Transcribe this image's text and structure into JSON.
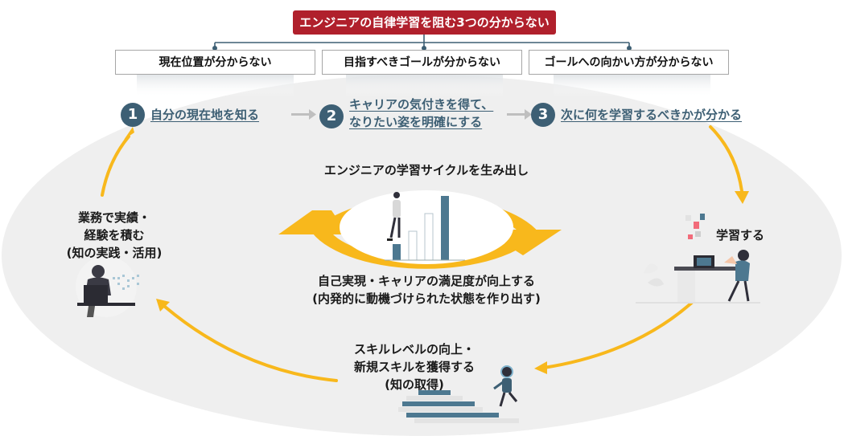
{
  "title": "エンジニアの自律学習を阻む3つの分からない",
  "problems": [
    {
      "label": "現在位置が分からない"
    },
    {
      "label": "目指すべきゴールが分からない"
    },
    {
      "label": "ゴールへの向かい方が分からない"
    }
  ],
  "steps": [
    {
      "number": "1",
      "label": "自分の現在地を知る"
    },
    {
      "number": "2",
      "label_line1": "キャリアの気付きを得て、",
      "label_line2": "なりたい姿を明確にする"
    },
    {
      "number": "3",
      "label": "次に何を学習するべきかが分かる"
    }
  ],
  "cycle": {
    "top_text": "エンジニアの学習サイクルを生み出し",
    "bottom_line1": "自己実現・キャリアの満足度が向上する",
    "bottom_line2": "(内発的に動機づけられた状態を作り出す)"
  },
  "study": {
    "label": "学習する"
  },
  "skill": {
    "line1": "スキルレベルの向上・",
    "line2": "新規スキルを獲得する",
    "line3": "(知の取得)"
  },
  "work": {
    "line1": "業務で実績・",
    "line2": "経験を積む",
    "line3": "(知の実践・活用)"
  },
  "colors": {
    "title_bg": "#b0202c",
    "accent_teal": "#3d5f74",
    "cycle_yellow": "#f8b81c",
    "ellipse_gray": "#eeeeee",
    "arrow_gray": "#bfbfbf"
  },
  "icons": [
    "person-on-bar-chart-illustration",
    "developer-at-desk-illustration",
    "student-at-desk-illustration",
    "person-on-stairs-illustration"
  ]
}
